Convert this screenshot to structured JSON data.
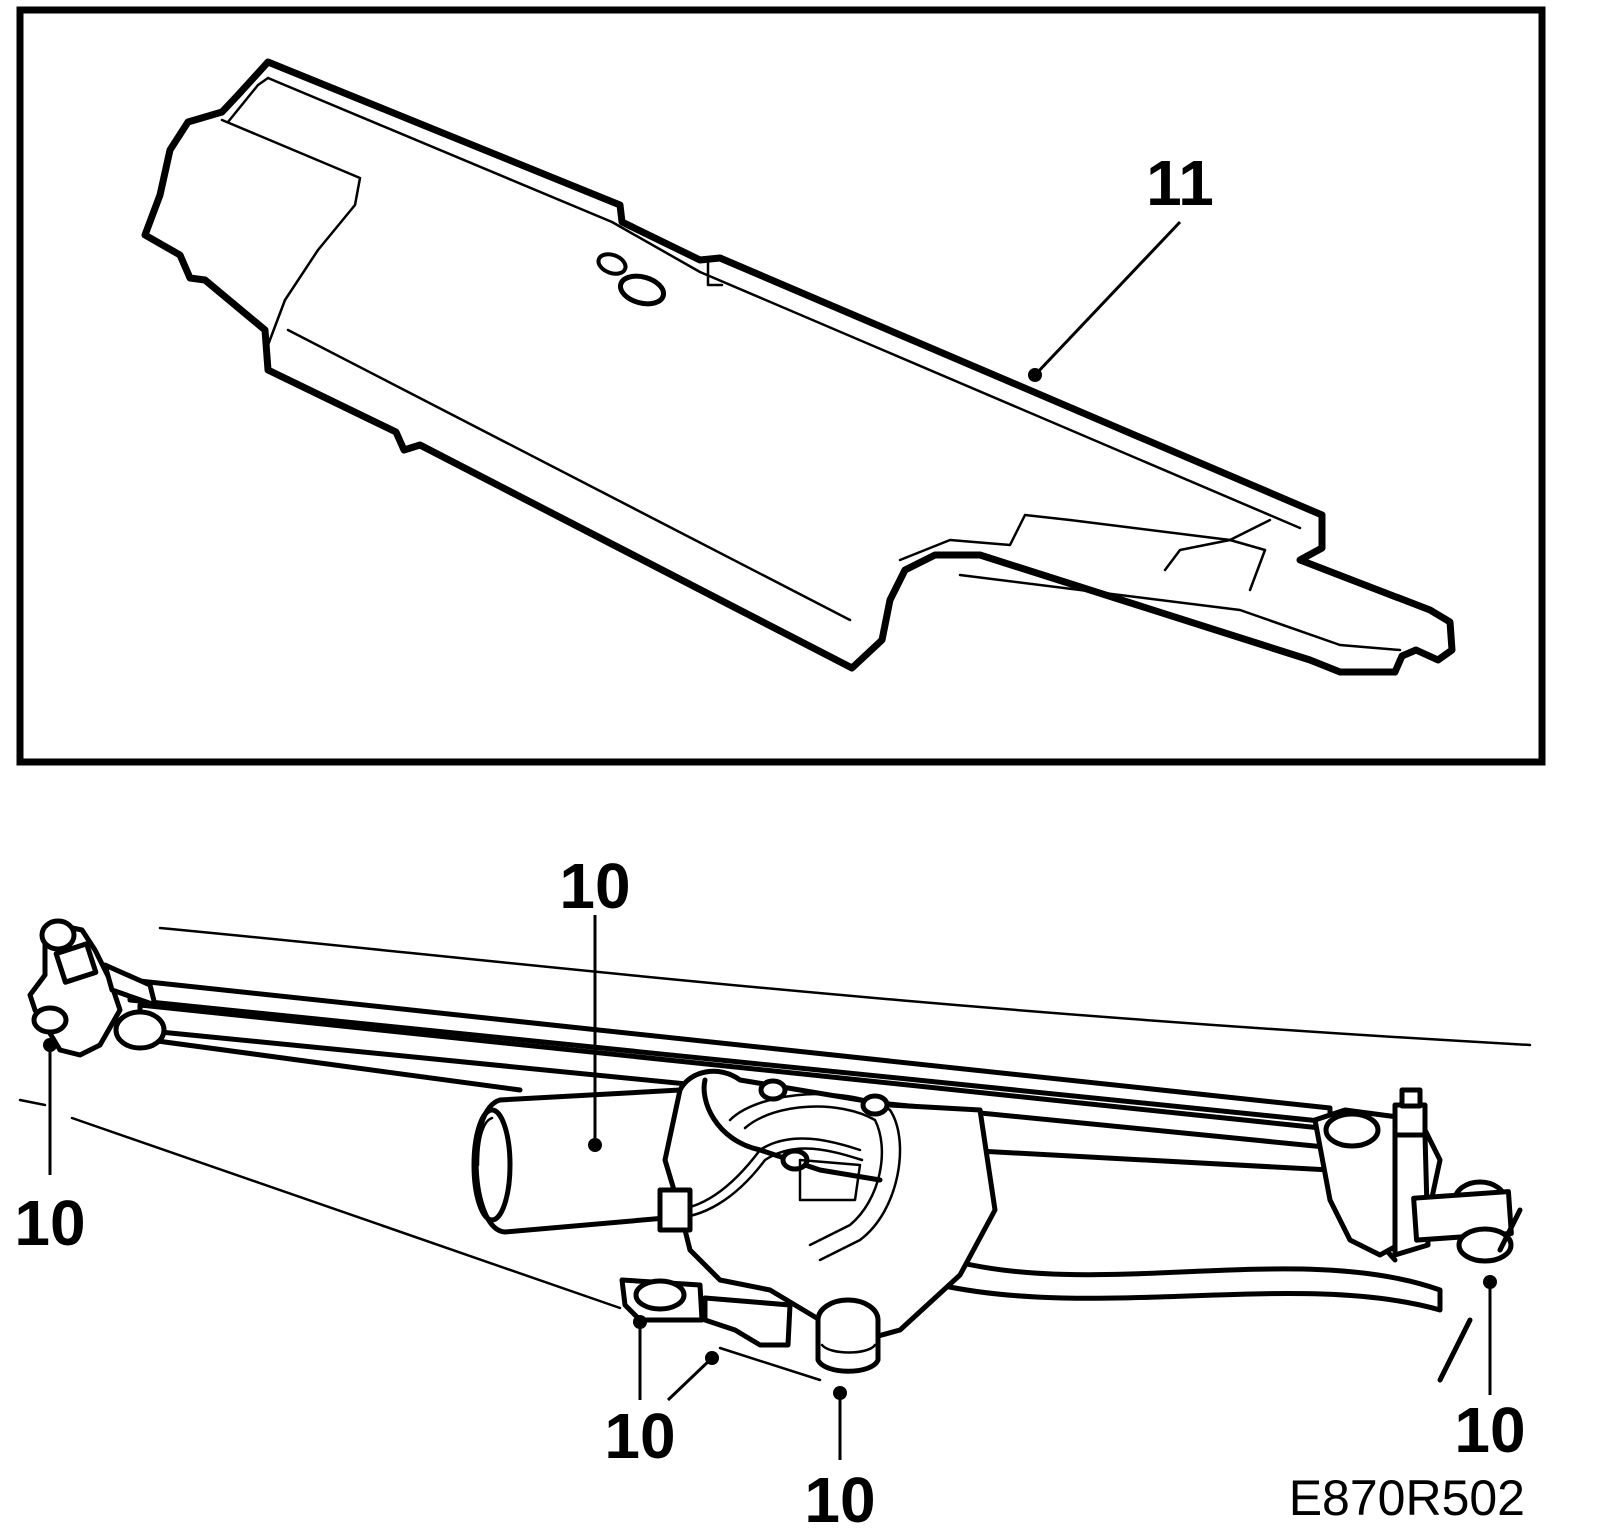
{
  "figure": {
    "code": "E870R502",
    "colors": {
      "line": "#000000",
      "background": "#ffffff"
    }
  },
  "upper_panel": {
    "part": "cover",
    "callouts": [
      {
        "id": "c11",
        "label": "11"
      }
    ]
  },
  "lower_panel": {
    "part": "wiper linkage with motor",
    "callouts": [
      {
        "id": "c10-motor",
        "label": "10"
      },
      {
        "id": "c10-left-pivot",
        "label": "10"
      },
      {
        "id": "c10-mount-left",
        "label": "10"
      },
      {
        "id": "c10-mount-center",
        "label": "10"
      },
      {
        "id": "c10-mount-bottom",
        "label": "10"
      },
      {
        "id": "c10-right-pivot",
        "label": "10"
      }
    ]
  }
}
